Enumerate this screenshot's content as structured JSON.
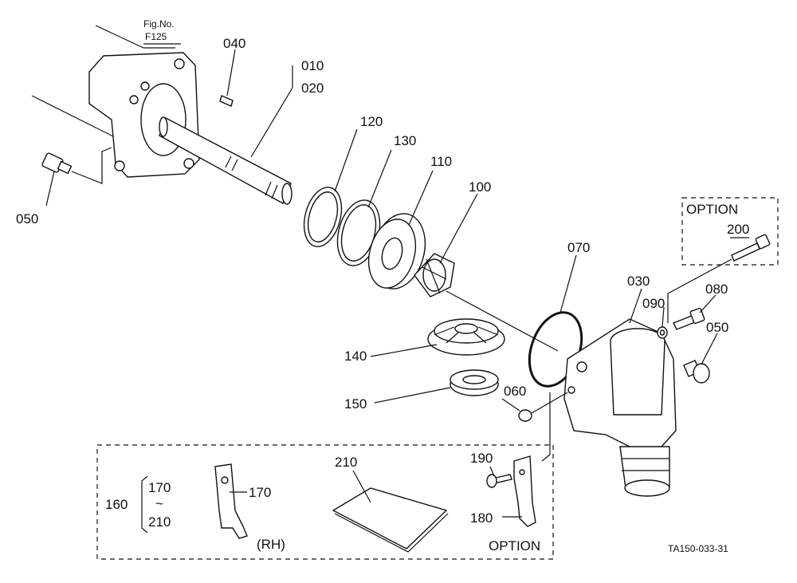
{
  "figure": {
    "fig_label": "Fig.No.",
    "fig_number": "F125",
    "ref_code": "TA150-033-31"
  },
  "option_label": "OPTION",
  "rh_label": "(RH)",
  "range_tilde": "~",
  "parts": {
    "p010": "010",
    "p020": "020",
    "p030": "030",
    "p040": "040",
    "p050a": "050",
    "p050b": "050",
    "p060": "060",
    "p070": "070",
    "p080": "080",
    "p090": "090",
    "p100": "100",
    "p110": "110",
    "p120": "120",
    "p130": "130",
    "p140": "140",
    "p150": "150",
    "p160": "160",
    "p170a": "170",
    "p170b": "170",
    "p180": "180",
    "p190": "190",
    "p200": "200",
    "p210a": "210",
    "p210b": "210"
  }
}
